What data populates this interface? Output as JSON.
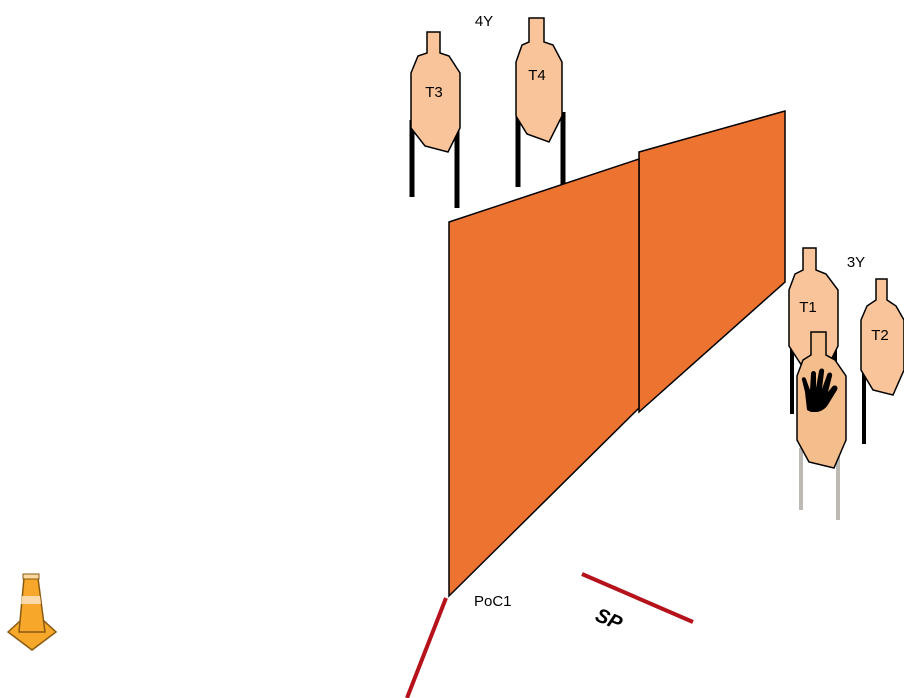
{
  "labels": {
    "distance_far": "4Y",
    "distance_near": "3Y",
    "target_1": "T1",
    "target_2": "T2",
    "target_3": "T3",
    "target_4": "T4",
    "point_of_cover": "PoC1",
    "start_position": "SP"
  },
  "colors": {
    "wall_fill": "#ED7330",
    "target_fill": "#F9C49A",
    "noshoot_fill": "#F4BE8C",
    "stand_post": "#000000",
    "noshoot_post": "#BDBAB4",
    "fault_line": "#B5121B",
    "cone_fill": "#F7A82A",
    "cone_stroke": "#8A5A10"
  },
  "icons": {
    "no_shoot_hand": "hand-icon",
    "cone": "traffic-cone-icon"
  }
}
